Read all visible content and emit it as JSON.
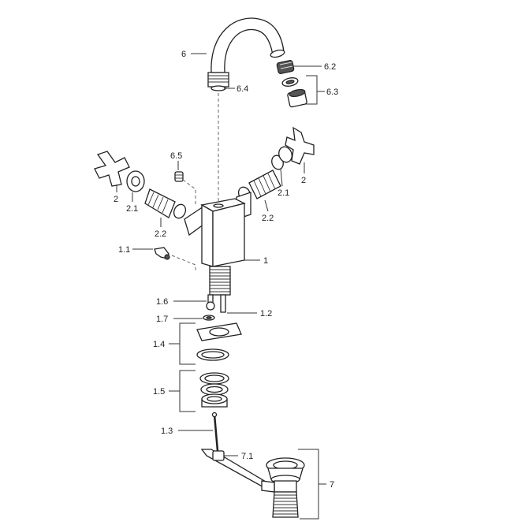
{
  "labels": {
    "l6": "6",
    "l62": "6.2",
    "l63": "6.3",
    "l64": "6.4",
    "l65": "6.5",
    "l2_left": "2",
    "l21_left": "2.1",
    "l22_left": "2.2",
    "l2_right": "2",
    "l21_right": "2.1",
    "l22_right": "2.2",
    "l11": "1.1",
    "l1": "1",
    "l16": "1.6",
    "l12": "1.2",
    "l17": "1.7",
    "l14": "1.4",
    "l15": "1.5",
    "l13": "1.3",
    "l71": "7.1",
    "l7": "7"
  }
}
